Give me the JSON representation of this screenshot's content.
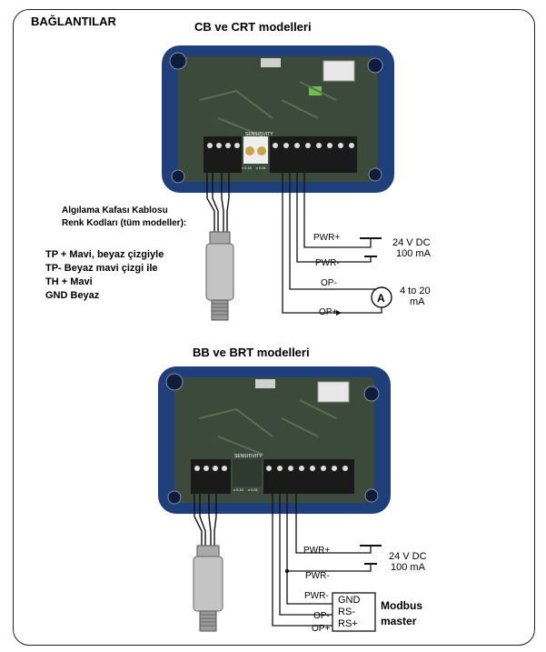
{
  "heading": "BAĞLANTILAR",
  "section_top": {
    "title": "CB ve CRT modelleri"
  },
  "section_bottom": {
    "title": "BB ve BRT modelleri"
  },
  "cable_note": {
    "line1": "Algılama Kafası Kablosu",
    "line2": "Renk Kodları (tüm modeller):",
    "items": [
      "TP + Mavi, beyaz çizgiyle",
      "TP- Beyaz mavi çizgi ile",
      "TH + Mavi",
      "GND Beyaz"
    ]
  },
  "top_wiring": {
    "pwr_plus": "PWR+",
    "pwr_minus": "PWR-",
    "supply_line1": "24 V DC",
    "supply_line2": "100 mA",
    "op_minus": "OP-",
    "op_plus": "OP+",
    "meter_symbol": "A",
    "meter_line1": "4 to 20",
    "meter_line2": "mA"
  },
  "bottom_wiring": {
    "pwr_plus": "PWR+",
    "pwr_minus": "PWR-",
    "supply_line1": "24 V DC",
    "supply_line2": "100 mA",
    "pwr_minus_2": "PWR-",
    "op_minus": "OP-",
    "op_plus": "OP+",
    "gnd": "GND",
    "rs_minus": "RS-",
    "rs_plus": "RS+",
    "master_line1": "Modbus",
    "master_line2": "master"
  },
  "board_labels": {
    "sensitivity": "SENSITIVITY",
    "x10": "x 0.10",
    "x01": "x 0.01"
  },
  "colors": {
    "enclosure": "#1e3f7a",
    "pcb": "#3b4a3a",
    "terminal": "#1a1a1a",
    "connector": "#e8e8e8"
  }
}
